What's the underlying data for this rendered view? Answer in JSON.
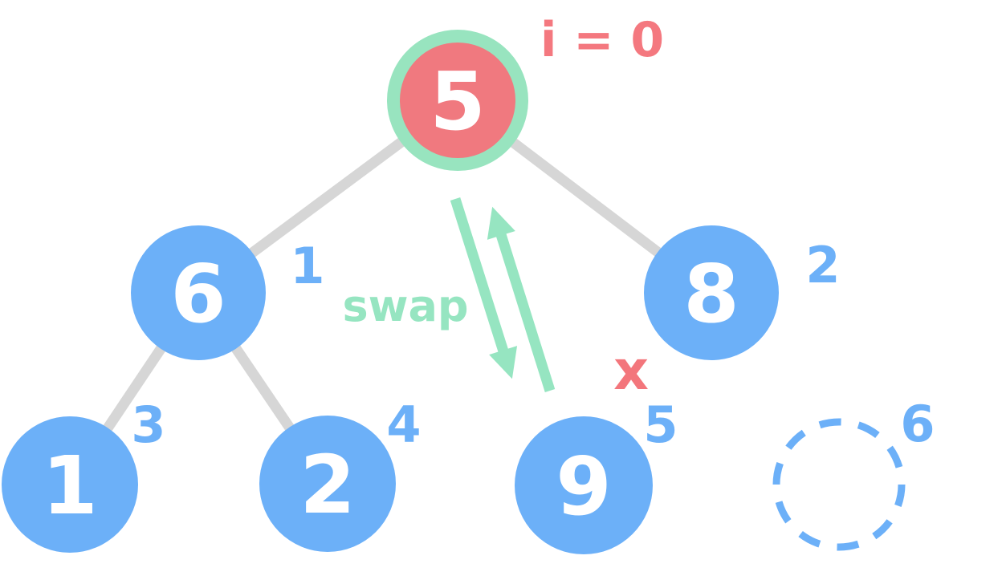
{
  "diagram": {
    "kind": "binary-heap-tree",
    "operation": "swap root with last leaf",
    "background": "#FFFFFF"
  },
  "colors": {
    "node_blue": "#6CB0F8",
    "node_red": "#F0797F",
    "highlight_ring_green": "#98E4BF",
    "arrow_mint": "#96E5C1",
    "edge_gray": "#D6D6D6",
    "index_blue": "#6CB0F8",
    "pointer_red": "#F4787F",
    "x_mark_red": "#F3767C",
    "value_white": "#FFFFFF"
  },
  "annotations": {
    "index_pointer": "i = 0",
    "swap_label": "swap",
    "removed_edge_mark": "x"
  },
  "tree": {
    "nodes": [
      {
        "value": "5",
        "index": "0",
        "variant": "highlighted-root"
      },
      {
        "value": "6",
        "index": "1",
        "variant": "normal"
      },
      {
        "value": "8",
        "index": "2",
        "variant": "normal"
      },
      {
        "value": "1",
        "index": "3",
        "variant": "normal"
      },
      {
        "value": "2",
        "index": "4",
        "variant": "normal"
      },
      {
        "value": "9",
        "index": "5",
        "variant": "normal"
      },
      {
        "value": "",
        "index": "6",
        "variant": "empty-dashed-placeholder"
      }
    ],
    "edges": [
      {
        "from": "0",
        "to": "1"
      },
      {
        "from": "0",
        "to": "2"
      },
      {
        "from": "1",
        "to": "3"
      },
      {
        "from": "1",
        "to": "4"
      }
    ]
  }
}
